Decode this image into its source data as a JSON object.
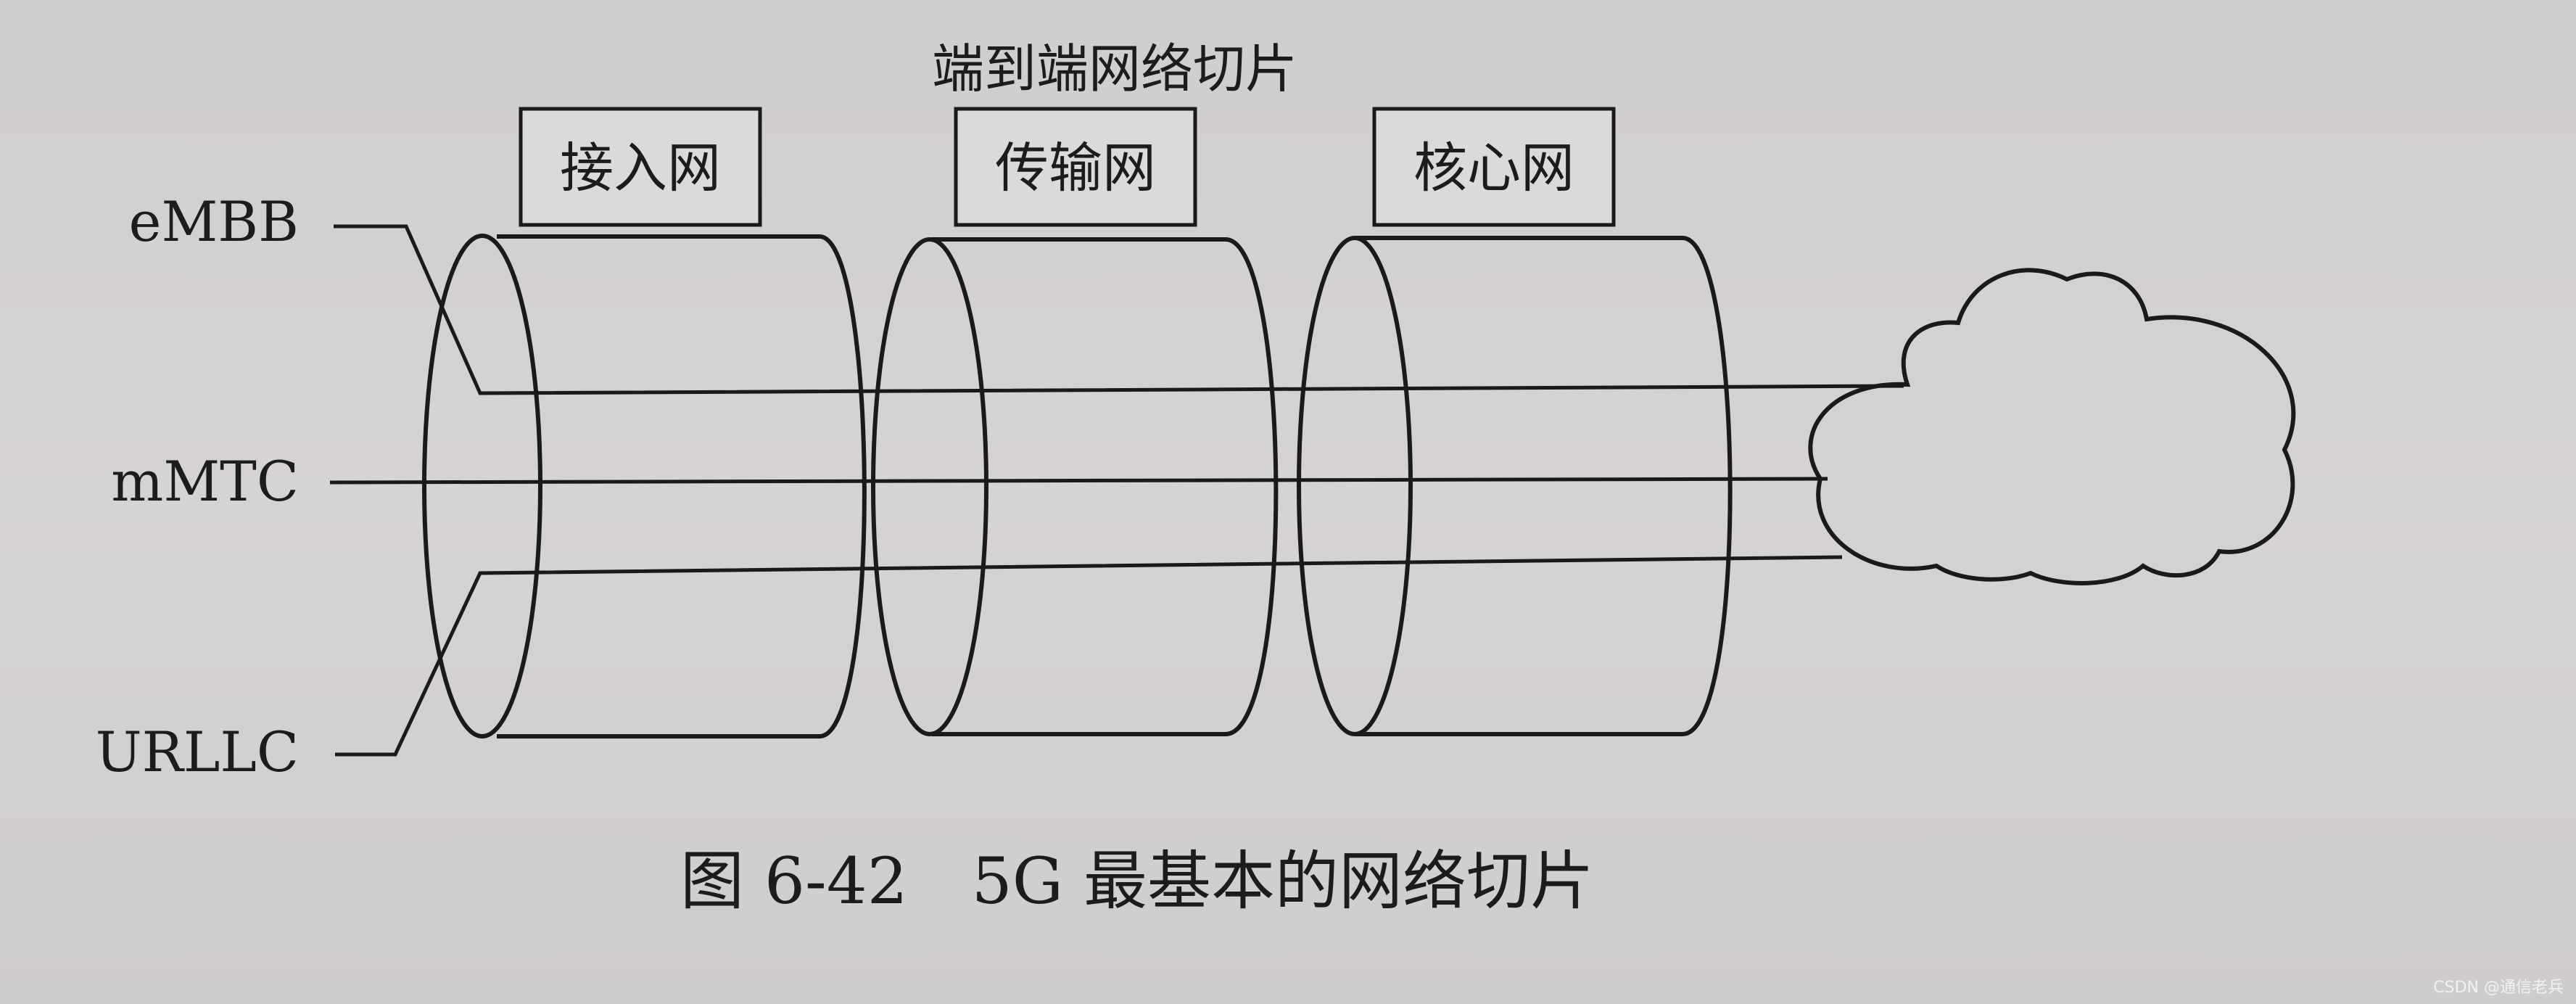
{
  "diagram": {
    "title": "端到端网络切片",
    "segments": [
      "接入网",
      "传输网",
      "核心网"
    ],
    "slices": [
      "eMBB",
      "mMTC",
      "URLLC"
    ],
    "caption": "图 6-42　5G 最基本的网络切片",
    "watermark": "CSDN @通信老兵"
  },
  "colors": {
    "line": "#1a1a1a",
    "background": "#d3d0d1",
    "box_fill": "#dedbdc"
  }
}
